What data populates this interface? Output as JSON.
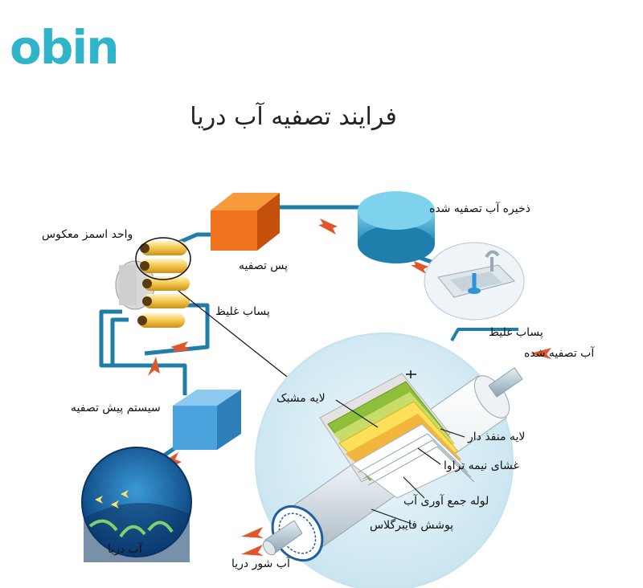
{
  "brand": {
    "logo_text": "obin"
  },
  "title": "فرایند تصفیه آب دریا",
  "labels": {
    "seawater": "آب دریا",
    "pretreatment": "سیستم پیش تصفیه",
    "ro_unit": "واحد اسمز معکوس",
    "concentrate_top": "پساب غلیظ",
    "post_treatment": "پس تصفیه",
    "treated_storage": "ذخیره آب تصفیه شده",
    "concentrate_right": "پساب غلیظ",
    "treated_water": "آب تصفیه شده",
    "mesh_layer": "لایه مشبک",
    "porous_layer": "لایه منفذ دار",
    "membrane": "غشای نیمه تراوا",
    "collection_tube": "لوله جمع آوری آب",
    "fiberglass_cover": "پوشش فایبرگلاس",
    "saline_seawater": "آب شور دریا"
  },
  "colors": {
    "logo": "#2fb4c9",
    "pipe": "#1f7ea8",
    "arrow": "#e2552a",
    "post_box": "#f0741f",
    "pre_box": "#4aa3dc",
    "storage": "#3aa6cf",
    "bubble": "#d7edf6"
  }
}
